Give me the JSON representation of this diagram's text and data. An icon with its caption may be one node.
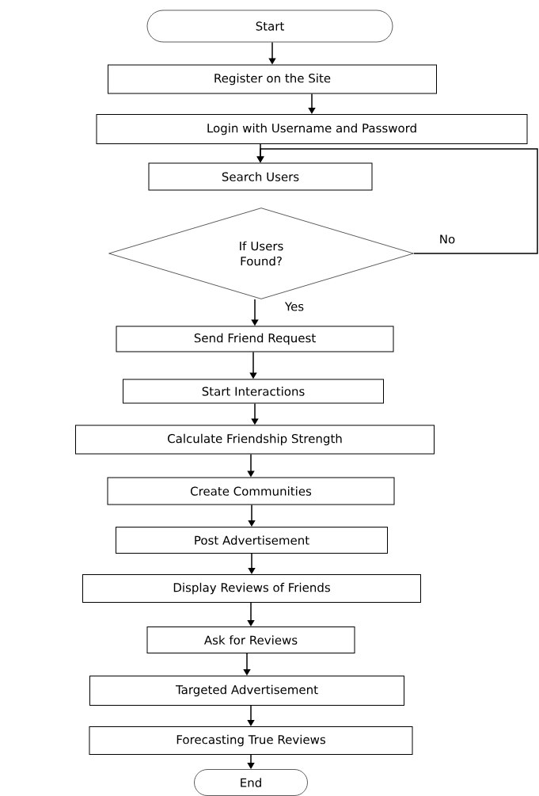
{
  "diagram": {
    "nodes": [
      {
        "text": [
          "Start"
        ]
      },
      {
        "text": [
          "Register on the Site"
        ]
      },
      {
        "text": [
          "Login with Username and Password"
        ]
      },
      {
        "text": [
          "Search Users"
        ]
      },
      {
        "text": [
          "If Users Found?"
        ]
      },
      {
        "text": [
          "Send Friend Request"
        ]
      },
      {
        "text": [
          "Start Interactions"
        ]
      },
      {
        "text": [
          "Calculate Friendship Strength"
        ]
      },
      {
        "text": [
          "Create Communities"
        ]
      },
      {
        "text": [
          "Post Advertisement"
        ]
      },
      {
        "text": [
          "Display Reviews of Friends"
        ]
      },
      {
        "text": [
          "Ask for Reviews"
        ]
      },
      {
        "text": [
          "Targeted Advertisement"
        ]
      },
      {
        "text": [
          "Forecasting True Reviews"
        ]
      },
      {
        "text": [
          "End"
        ]
      }
    ],
    "edges": [
      {
        "from": 0,
        "to": 1,
        "arrow": "to"
      },
      {
        "from": 1,
        "to": 2,
        "arrow": "to"
      },
      {
        "from": 2,
        "to": 3,
        "arrow": "to"
      },
      {
        "from": 4,
        "to": 3,
        "arrow": "to",
        "label": "No"
      },
      {
        "from": 4,
        "to": 5,
        "arrow": "to",
        "label": "Yes"
      },
      {
        "from": 5,
        "to": 6,
        "arrow": "to"
      },
      {
        "from": 6,
        "to": 7,
        "arrow": "to"
      },
      {
        "from": 7,
        "to": 8,
        "arrow": "to"
      },
      {
        "from": 8,
        "to": 9,
        "arrow": "to"
      },
      {
        "from": 9,
        "to": 10,
        "arrow": "to"
      },
      {
        "from": 10,
        "to": 11,
        "arrow": "to"
      },
      {
        "from": 11,
        "to": 12,
        "arrow": "to"
      },
      {
        "from": 12,
        "to": 13,
        "arrow": "to"
      },
      {
        "from": 13,
        "to": 14,
        "arrow": "to"
      }
    ]
  }
}
